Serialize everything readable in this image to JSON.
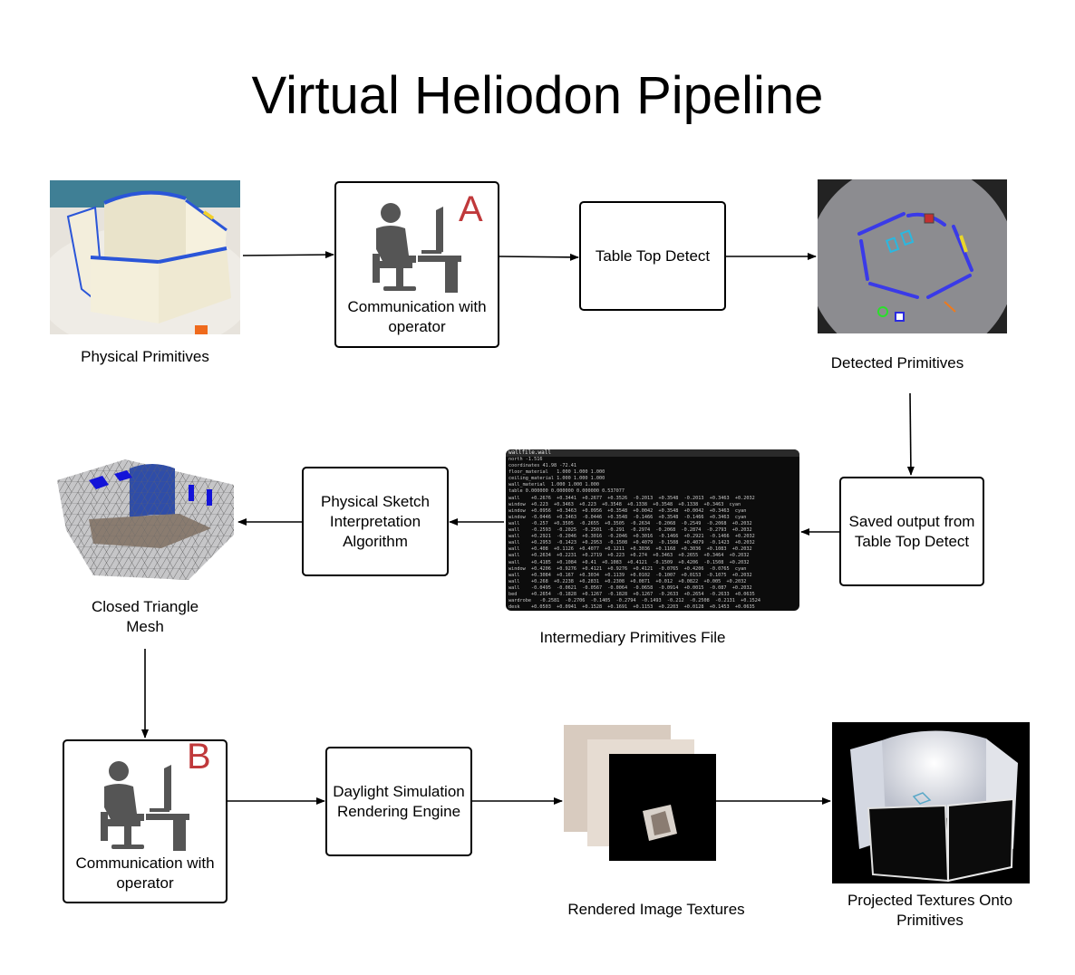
{
  "title": "Virtual Heliodon Pipeline",
  "nodes": {
    "physical_primitives": "Physical Primitives",
    "operator_a": {
      "letter": "A",
      "label": "Communication with operator"
    },
    "table_top_detect": "Table Top Detect",
    "detected_primitives": "Detected Primitives",
    "saved_output": "Saved output from Table Top Detect",
    "intermediary_file": "Intermediary Primitives File",
    "sketch_algorithm": "Physical Sketch Interpretation Algorithm",
    "closed_mesh": "Closed Triangle\nMesh",
    "operator_b": {
      "letter": "B",
      "label": "Communication with operator"
    },
    "daylight_engine": "Daylight Simulation Rendering Engine",
    "rendered_textures": "Rendered Image Textures",
    "projected_textures": "Projected Textures Onto\nPrimitives"
  },
  "terminal": {
    "tab": "wallfile.wall",
    "lines": [
      "north -1.516",
      "coordinates 41.98 -72.41",
      "floor_material   1.000 1.000 1.000",
      "ceiling_material 1.000 1.000 1.000",
      "wall_material  1.000 1.000 1.000",
      "table 0.000000 0.000000 0.000000 0.537077",
      "wall    +0.2676  +0.3441  +0.2677  +0.3526  -0.2013  +0.3548  -0.2013  +0.3463  +0.2032",
      "window  +0.223  +0.3463  +0.223  +0.3548  +0.1338  +0.3548  +0.1338  +0.3463  cyan",
      "window  +0.0956  +0.3463  +0.0956  +0.3548  +0.0042  +0.3548  +0.0042  +0.3463  cyan",
      "window  -0.0446  +0.3463  -0.0446  +0.3548  -0.1466  +0.3548  -0.1466  +0.3463  cyan",
      "wall    -0.257  +0.3505  -0.2655  +0.3505  -0.2634  -0.2068  -0.2549  -0.2068  +0.2032",
      "wall    -0.2593  -0.2025  -0.2501  -0.291  -0.2974  -0.2068  -0.2874  -0.2793  +0.2032",
      "wall    +0.2921  -0.2046  +0.3016  -0.2046  +0.3016  -0.1466  +0.2921  -0.1466  +0.2032",
      "wall    +0.2953  -0.1423  +0.2953  -0.1508  +0.4079  -0.1508  +0.4079  -0.1423  +0.2032",
      "wall    +0.408  +0.1126  +0.4077  +0.1211  +0.3036  +0.1168  +0.3036  +0.1083  +0.2032",
      "wall    +0.2634  +0.2231  +0.2719  +0.223  +0.274  +0.3463  +0.2655  +0.3464  +0.2032",
      "wall    +0.4185  +0.1084  +0.41  +0.1083  +0.4121  -0.1509  +0.4206  -0.1508  +0.2032",
      "window  +0.4206  +0.9276  +0.4121  +0.9276  +0.4121  -0.0765  +0.4206  -0.0765  cyan",
      "wall    +0.3084  +0.167  +0.3034  +0.1139  +0.0102  -0.1007  +0.0153  -0.1075  +0.2032",
      "wall    +0.268  +0.2238  +0.2831  +0.2308  +0.0871  +0.012  +0.0822  +0.005  +0.2032",
      "wall    -0.0495  -0.0621  -0.0567  -0.0064  -0.0658  -0.0914  +0.0015  -0.087  +0.2032",
      "bed     +0.2654  -0.1828  +0.1267  -0.1828  +0.1267  -0.2633  +0.2654  -0.2633  +0.0635",
      "wardrobe   -0.2581  -0.2706  -0.1405  -0.2794  -0.1493  -0.212  -0.2508  -0.2131  +0.1524",
      "desk    +0.0503  +0.0941  +0.1528  +0.1691  +0.1153  +0.2203  +0.0128  +0.1453  +0.0635"
    ]
  }
}
